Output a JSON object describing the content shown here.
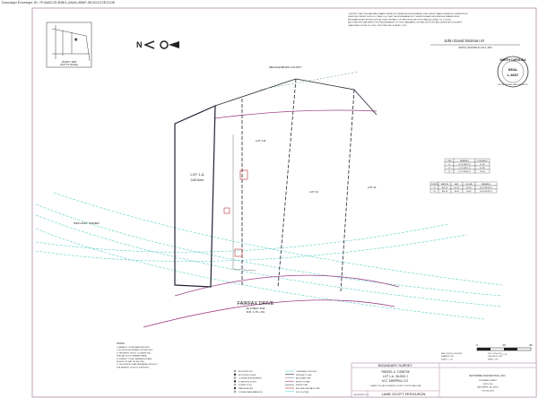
{
  "header_note": "Docusign Envelope ID: 7F4A8C2D-B5E1-4A0A-9B0F-5D1D1C2E1C0E",
  "vicinity_map": {
    "label": "VICINITY MAP",
    "sub": "(NOT TO SCALE)"
  },
  "north_arrow": {
    "label": "N"
  },
  "certification": {
    "text_lines": [
      "I CERTIFY THAT THIS MAP WAS DRAWN UNDER MY SUPERVISION FROM AN ACTUAL SURVEY MADE UNDER MY SUPERVISION",
      "(DEED RECORDED IN BOOK 0, PAGE 0-0); THAT THE BOUNDARIES NOT SURVEYED ARE INDICATED AS DRAWN FROM",
      "INFORMATION AS SHOWN ON PLAT; THAT THE RATIO OF PRECISION OR POSITIONAL ACCURACY IS 1:10,000+;",
      "AND THAT THIS MAP MEETS THE REQUIREMENTS OF THE STANDARDS OF PRACTICE FOR LAND SURVEYING IN NORTH",
      "CAROLINA (21 NCAC 56. 1600). THIS 23RD DAY OF APRIL, 2024."
    ],
    "signature": "John David Dickson III",
    "signer_caption": "JOHN D. DICKSON III, PLS L-3637"
  },
  "seal": {
    "top": "NORTH CAROLINA",
    "mid": "SEAL",
    "num": "L-3637",
    "bottom": "PROFESSIONAL LAND SURVEYOR"
  },
  "plat": {
    "adjoiner_top": "MECKLENBURG COUNTY",
    "lot_1a": "LOT 1-A",
    "lot_1a_area": "0.60 Acre",
    "lot_1b": "LOT 1-B",
    "lot_12": "LOT 12",
    "lot_11": "LOT 11",
    "adjoiner_left": "WETLAND / OWNER",
    "road_name": "FAIRFAX DRIVE",
    "road_row": "60' PUBLIC R/W",
    "road_ref": "M.B. 3, PG. 219"
  },
  "line_table": {
    "headers": [
      "LINE",
      "BEARING",
      "DISTANCE"
    ],
    "rows": [
      [
        "L1",
        "S 73°48'20\" E",
        "21.83'"
      ],
      [
        "L2",
        "S 73°48'20\" E",
        "42.86'"
      ],
      [
        "L3",
        "S 70°46'58\" E",
        "16.64'"
      ]
    ]
  },
  "curve_table": {
    "headers": [
      "CURVE",
      "RADIUS",
      "ARC",
      "CHORD",
      "BEARING"
    ],
    "rows": [
      [
        "C1",
        "390.10'",
        "64.32'",
        "64.26'",
        "N 22°59'38\" E"
      ],
      [
        "C2",
        "390.10'",
        "34.42'",
        "34.41'",
        "N 20°04'43\" E"
      ]
    ]
  },
  "scale_bar": {
    "ticks": [
      "0",
      "40",
      "80"
    ],
    "units": "1\" = 40'"
  },
  "title_block": {
    "title": "BOUNDARY SURVEY",
    "parcel": "PARCEL #: 71029705",
    "lot": "LOT 1-A - BLOCK J",
    "subdivision": "M.C. SHERRILL CO.",
    "location": "CHARLOTTE, MECKLENBURG COUNTY, NORTH CAROLINA",
    "prepared_for_label": "THE PROPERTY OF:",
    "owner": "LANE SCOTT FERGUSON",
    "firm": "BAYMORE SURVEYING, INC.",
    "firm_lines": [
      "1100 MAIN STREET",
      "SUITE 200",
      "MATTHEWS, NC 28105",
      "704-555-0100"
    ],
    "info_rows": [
      [
        "DATE OF FIELD: 04/19/2024",
        "JOB #: 2024-0412"
      ],
      [
        "DRAWN BY: JDD",
        "CHECKED BY: JDD"
      ],
      [
        "SCALE: 1\" = 40'",
        "SHEET 1 OF 1"
      ]
    ]
  },
  "legend": {
    "items": [
      "IRON PIPE SET",
      "IRON PIPE FOUND",
      "CONCRETE MONUMENT",
      "COMPUTED POINT",
      "POWER POLE",
      "WATER METER",
      "STORM DRAIN MANHOLE"
    ],
    "lines": [
      "OVERHEAD UTILITIES",
      "PROPERTY LINE",
      "ADJOINER LINE",
      "RIGHT OF WAY",
      "FENCE LINE",
      "BUILDING SETBACK LINE",
      "FLOOD ZONE"
    ]
  },
  "notes": {
    "title": "NOTES:",
    "lines": [
      "1. AREA BY COORDINATE METHOD.",
      "2. NO NCGS MONUMENT WITHIN 2000'.",
      "3. PROPERTY IS NOT LOCATED IN A",
      "   SPECIAL FLOOD HAZARD AREA.",
      "4. SUBJECT TO ALL EASEMENTS AND",
      "   RIGHTS OF WAY OF RECORD.",
      "5. THIS SURVEY WAS PREPARED WITHOUT",
      "   THE BENEFIT OF A TITLE REPORT."
    ]
  },
  "colors": {
    "border": "#b08aa8",
    "row_line": "#a0408a",
    "flood": "#5fd0c8",
    "lot_line": "#223"
  }
}
